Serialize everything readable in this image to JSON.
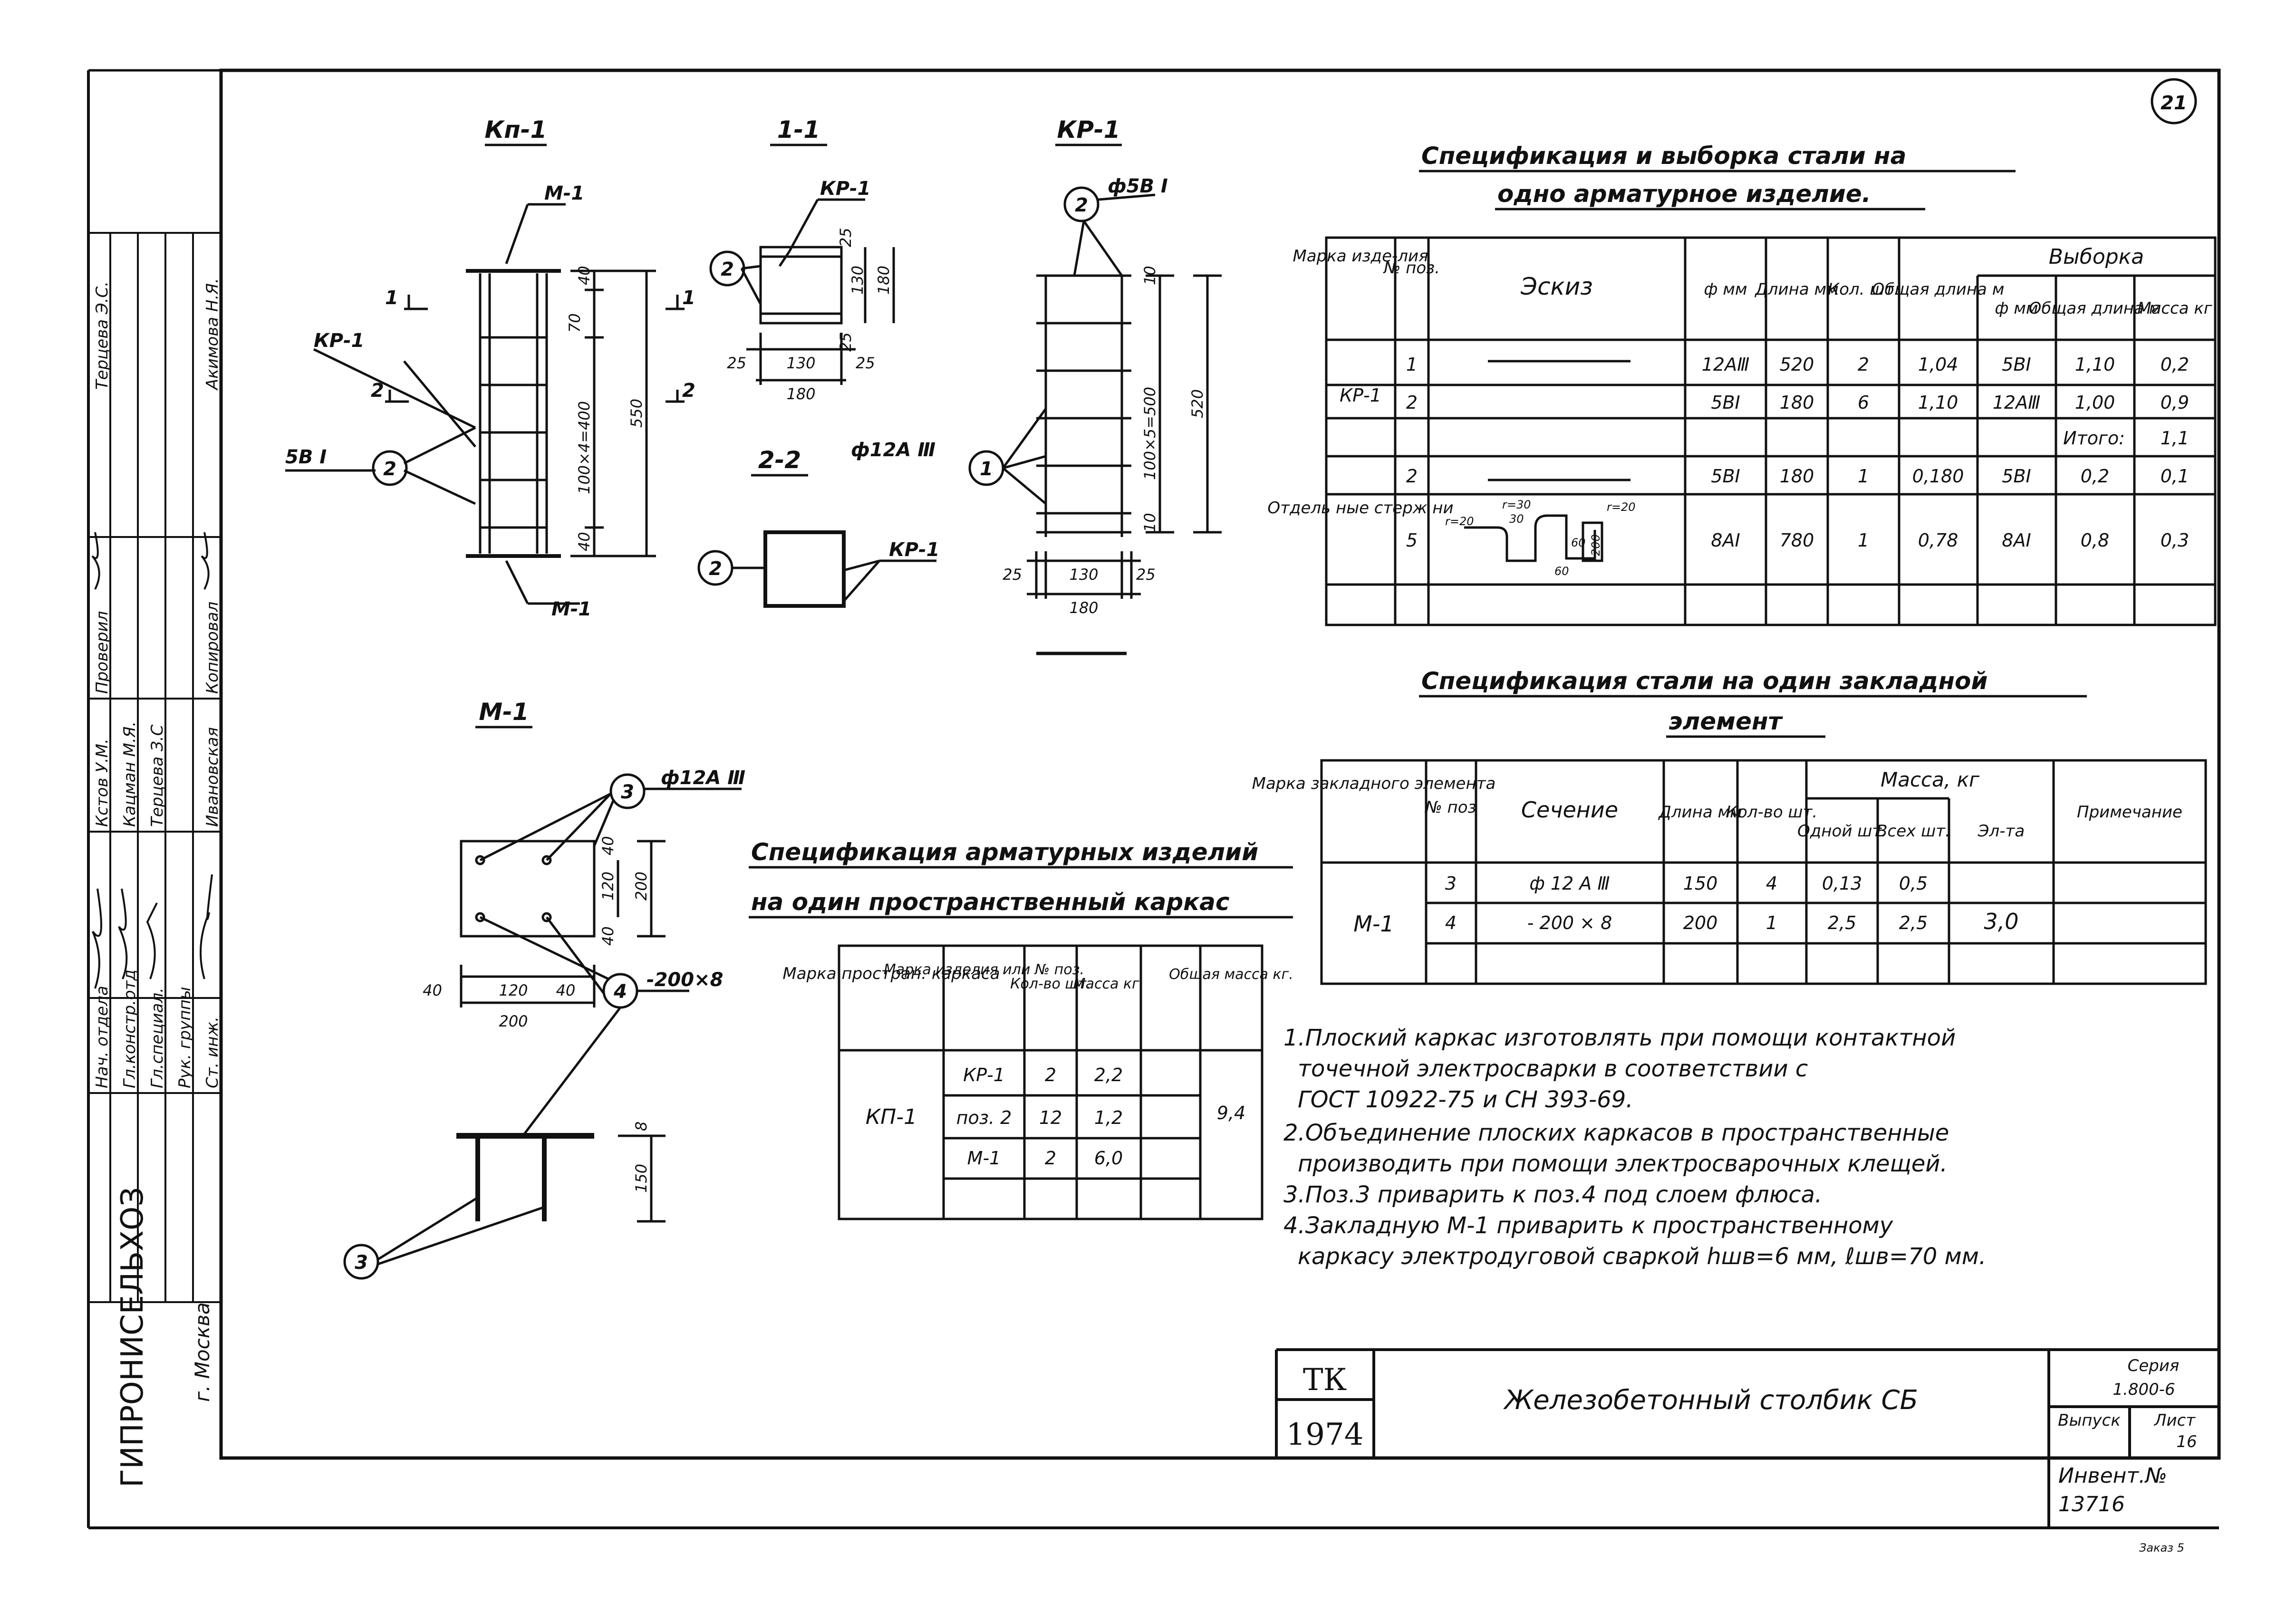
{
  "sheet_number": "21",
  "drawings": {
    "kp1": {
      "title": "Кп-1",
      "mark_m1": "М-1",
      "mark_m1_bottom": "М-1",
      "mark_kr1": "КР-1",
      "rebar": "5В I",
      "pos2": "2",
      "sec1": "1",
      "sec2": "2",
      "dim_top": "40",
      "dim_70": "70",
      "dim_mid": "100×4=400",
      "dim_bottom": "40",
      "dim_total": "550"
    },
    "sec11": {
      "title": "1-1",
      "mark_kr1": "КР-1",
      "pos2": "2",
      "dim_130": "130",
      "dim_180": "180",
      "dim_25": "25",
      "dim_25b": "25",
      "dim_25c": "25",
      "dim_130w": "130",
      "dim_25w": "25",
      "dim_180w": "180"
    },
    "sec22": {
      "title": "2-2",
      "rebar": "ф12А Ⅲ",
      "pos2": "2",
      "mark_kr1": "КР-1"
    },
    "kr1": {
      "title": "КР-1",
      "pos2": "2",
      "rebar": "ф5В I",
      "pos1": "1",
      "dim_10": "10",
      "dim_mid": "100×5=500",
      "dim_10b": "10",
      "dim_total": "520",
      "dim_25": "25",
      "dim_130": "130",
      "dim_25b": "25",
      "dim_180": "180"
    },
    "m1": {
      "title": "М-1",
      "pos3": "3",
      "rebar": "ф12А Ⅲ",
      "pos4": "4",
      "plate": "-200×8",
      "dim_40": "40",
      "dim_120": "120",
      "dim_40b": "40",
      "dim_200": "200",
      "dim_120v": "120",
      "dim_200v": "200",
      "dim_40v": "40",
      "dim_40v2": "40",
      "dim_8": "8",
      "dim_150": "150",
      "pos3b": "3"
    }
  },
  "spec_steel": {
    "title_line1": "Спецификация и выборка стали на",
    "title_line2": "одно арматурное изделие.",
    "headers": {
      "mark": "Марка изде-лия",
      "pos": "№ поз.",
      "sketch": "Эскиз",
      "dia": "ф мм",
      "length": "Длина мм",
      "qty": "Кол. шт.",
      "total_len": "Общая длина м",
      "selection": "Выборка",
      "sel_dia": "ф мм",
      "sel_len": "Общая длина м",
      "sel_mass": "Масса кг"
    },
    "rows": [
      {
        "mark": "КР-1",
        "pos": "1",
        "dia": "12АⅢ",
        "length": "520",
        "qty": "2",
        "total": "1,04",
        "sdia": "5ВI",
        "slen": "1,10",
        "smass": "0,2"
      },
      {
        "mark": "",
        "pos": "2",
        "dia": "5ВI",
        "length": "180",
        "qty": "6",
        "total": "1,10",
        "sdia": "12АⅢ",
        "slen": "1,00",
        "smass": "0,9"
      },
      {
        "mark": "Отдель ные стерж ни",
        "pos": "2",
        "dia": "5ВI",
        "length": "180",
        "qty": "1",
        "total": "0,180",
        "sdia": "5ВI",
        "slen": "0,2",
        "smass": "0,1"
      },
      {
        "mark": "",
        "pos": "5",
        "dia": "8АI",
        "length": "780",
        "qty": "1",
        "total": "0,78",
        "sdia": "8АI",
        "slen": "0,8",
        "smass": "0,3"
      }
    ],
    "total_label": "Итого:",
    "total_value": "1,1",
    "sketch_dims": {
      "a": "r=20",
      "b": "r=30",
      "c": "30",
      "d": "r=20",
      "e": "200",
      "f": "60",
      "g": "60"
    }
  },
  "spec_embed": {
    "title_line1": "Спецификация стали на один закладной",
    "title_line2": "элемент",
    "headers": {
      "mark": "Марка закладного элемента",
      "pos": "№ поз",
      "section": "Сечение",
      "length": "Длина мм",
      "qty": "Кол-во шт.",
      "mass": "Масса, кг",
      "one": "Одной шт.",
      "all": "Всех шт.",
      "elem": "Эл-та",
      "note": "Примечание"
    },
    "mark": "М-1",
    "rows": [
      {
        "pos": "3",
        "section": "ф 12 А Ⅲ",
        "length": "150",
        "qty": "4",
        "one": "0,13",
        "all": "0,5"
      },
      {
        "pos": "4",
        "section": "- 200 × 8",
        "length": "200",
        "qty": "1",
        "one": "2,5",
        "all": "2,5"
      }
    ],
    "elem_mass": "3,0"
  },
  "spec_frame": {
    "title_line1": "Спецификация арматурных изделий",
    "title_line2": "на один пространственный каркас",
    "headers": {
      "mark": "Марка простран. каркаса",
      "item": "Марка изделия или № поз.",
      "qty": "Кол-во шт.",
      "mass": "Масса кг.",
      "total": "Общая масса кг."
    },
    "mark": "КП-1",
    "rows": [
      {
        "item": "КР-1",
        "qty": "2",
        "mass": "2,2"
      },
      {
        "item": "поз. 2",
        "qty": "12",
        "mass": "1,2"
      },
      {
        "item": "М-1",
        "qty": "2",
        "mass": "6,0"
      }
    ],
    "total": "9,4"
  },
  "notes": [
    "1.Плоский каркас изготовлять при помощи контактной",
    "точечной электросварки в соответствии с",
    "ГОСТ 10922-75 и СН 393-69.",
    "2.Объединение плоских каркасов в пространственные",
    "производить при помощи электросварочных клещей.",
    "3.Поз.3 приварить к поз.4 под слоем флюса.",
    "4.Закладную М-1 приварить к пространственному",
    "каркасу электродуговой сваркой hшв=6 мм, ℓшв=70 мм."
  ],
  "title_block": {
    "org": "ТК",
    "year": "1974",
    "title": "Железобетонный столбик СБ",
    "series_label": "Серия",
    "series": "1.800-6",
    "issue_label": "Выпуск",
    "sheet_label": "Лист",
    "sheet": "16",
    "inv_label": "Инвент.№",
    "inv": "13716"
  },
  "left_stamp": {
    "org": "ГИПРОНИСЕЛЬХОЗ",
    "city": "г. Москва",
    "roles": [
      "Нач. отдела",
      "Гл.констр.отд",
      "Гл.специал.",
      "Рук. группы",
      "Ст. инж."
    ],
    "names": [
      "Кстов У.М.",
      "Кацман М.Я.",
      "Терцева З.С",
      "",
      ""
    ],
    "check_label": "Проверил",
    "check_name": "Терцева Э.С.",
    "copy_label": "Копировал",
    "copy_name": "Акимова Н.Я.",
    "drew_name": "Ивановская"
  },
  "footer_mark": "Заказ 5"
}
